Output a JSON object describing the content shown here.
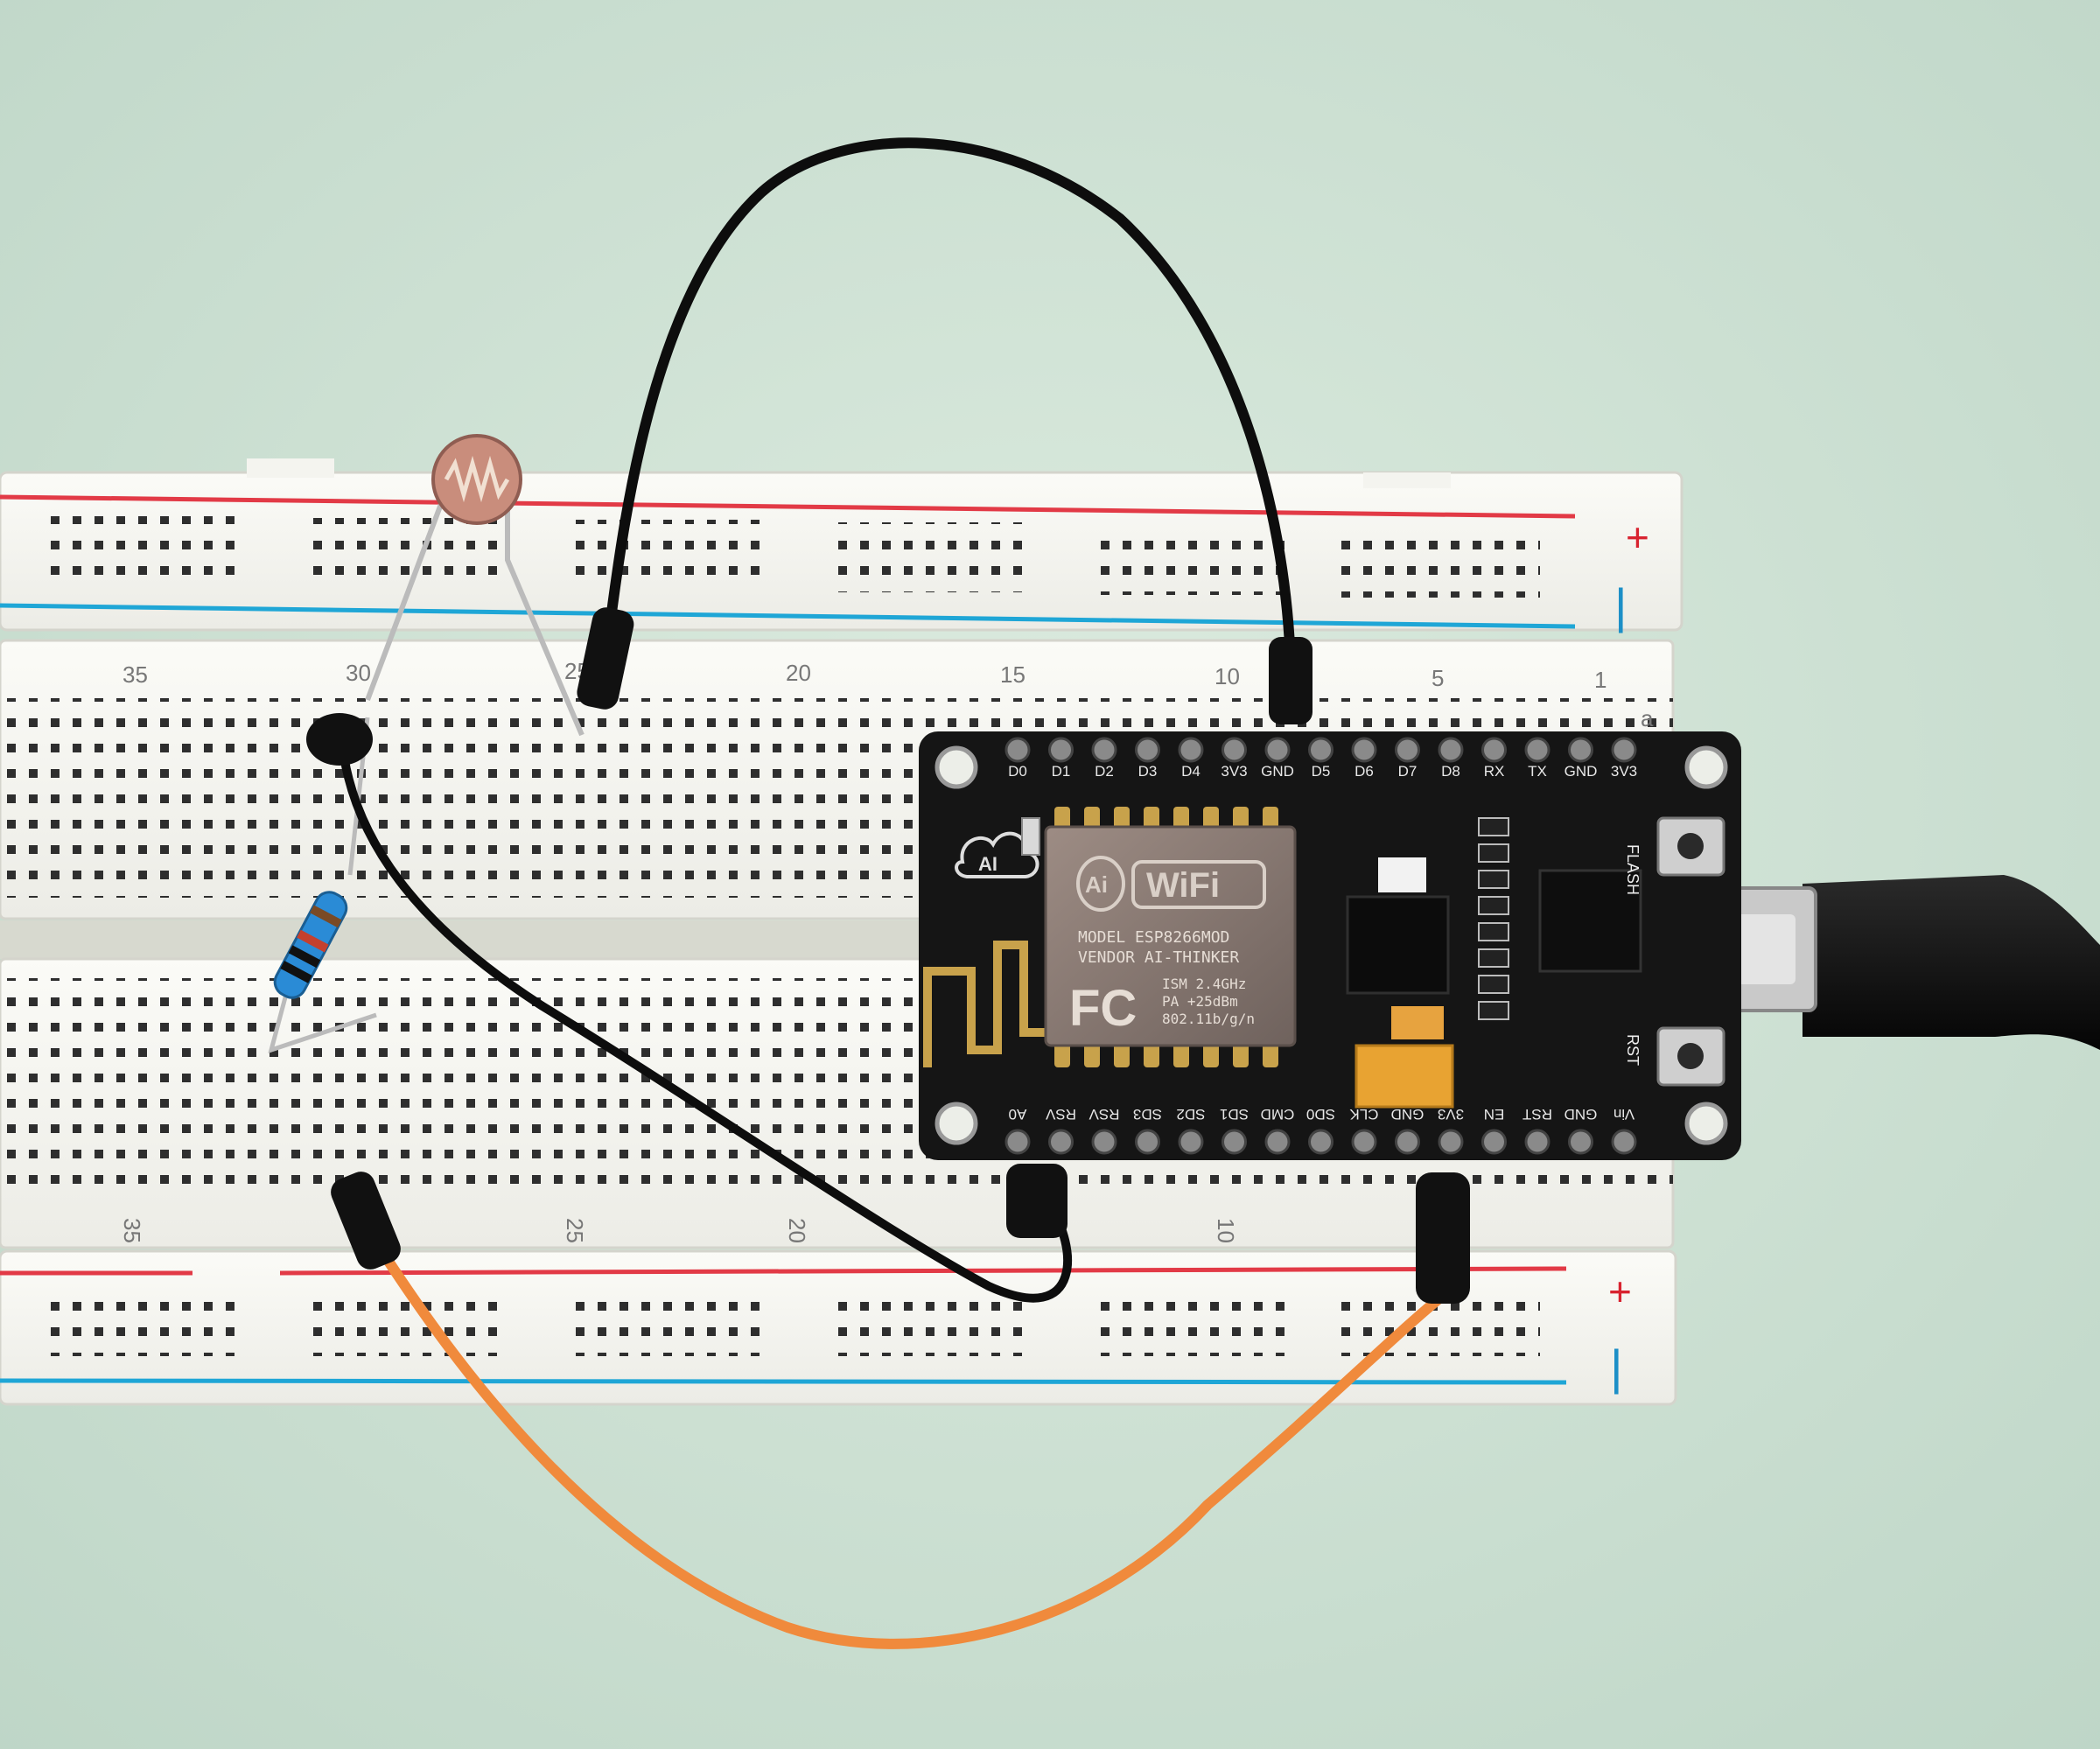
{
  "breadboard": {
    "rail_plus": "+",
    "rail_minus": "-",
    "top_column_numbers": [
      "35",
      "30",
      "25",
      "20",
      "15",
      "10",
      "5",
      "1"
    ],
    "top_row_letter": "a",
    "bottom_column_numbers": [
      "35",
      "25",
      "20",
      "10"
    ]
  },
  "board": {
    "top_pins": [
      "D0",
      "D1",
      "D2",
      "D3",
      "D4",
      "3V3",
      "GND",
      "D5",
      "D6",
      "D7",
      "D8",
      "RX",
      "TX",
      "GND",
      "3V3"
    ],
    "bottom_pins": [
      "A0",
      "RSV",
      "RSV",
      "SD3",
      "SD2",
      "SD1",
      "CMD",
      "SD0",
      "CLK",
      "GND",
      "3V3",
      "EN",
      "RST",
      "GND",
      "Vin"
    ],
    "flash_label": "FLASH",
    "rst_label": "RST",
    "logo_text": "AI",
    "module": {
      "wifi_text": "WiFi",
      "ai_text": "Ai",
      "model_line": "MODEL  ESP8266MOD",
      "vendor_line": "VENDOR AI-THINKER",
      "fcc_text": "FC",
      "spec_lines": [
        "ISM 2.4GHz",
        "PA  +25dBm",
        "802.11b/g/n"
      ]
    }
  }
}
